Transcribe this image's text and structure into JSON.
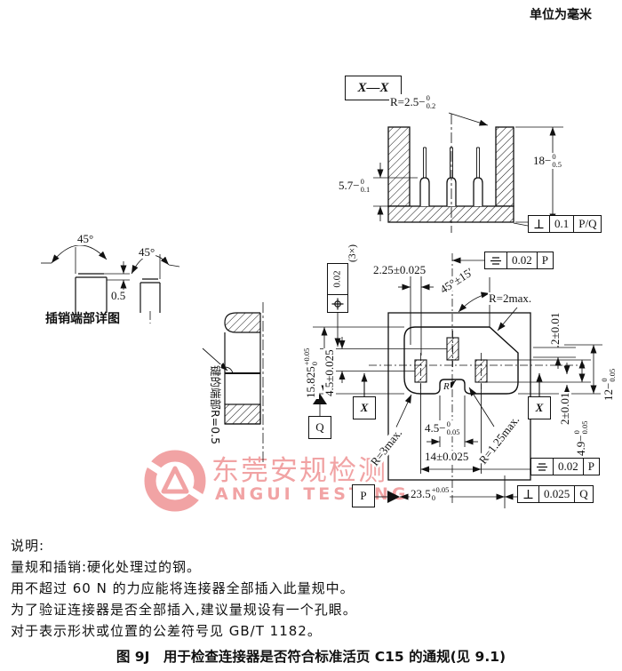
{
  "unit_note": "单位为毫米",
  "section_label": "X—X",
  "watermark": {
    "cn": "东莞安规检测",
    "en": "ANGUI TESTING",
    "color": "#f1a3a4"
  },
  "labels": {
    "pin_detail_caption": "插销端部详图",
    "key_end": "键的端部R=0.5",
    "three_x": "(3×)",
    "angle_left": "45°",
    "angle_right": "45°",
    "chamfer_depth": "0.5",
    "angle_tol": "45°±15′",
    "r2max": "R=2max.",
    "r3max": "R=3max.",
    "r125max": "R=1.25max.",
    "r_small": "R"
  },
  "dims": {
    "r25": {
      "pre": "R=2.5−",
      "sup": "0",
      "sub": "0.2"
    },
    "d18": {
      "pre": "18−",
      "sup": "0",
      "sub": "0.5"
    },
    "d57": {
      "pre": "5.7−",
      "sup": "0",
      "sub": "0.1"
    },
    "d15825": {
      "pre": "15.825",
      "sup": "+0.05",
      "sub": "0"
    },
    "d45_left": "4.5±0.025",
    "d225": "2.25±0.025",
    "d2_top": "2±0.01",
    "d2_bottom": "2±0.01",
    "d12": {
      "pre": "12−",
      "sup": "0",
      "sub": "0.05"
    },
    "d49": {
      "pre": "4.9−",
      "sup": "0",
      "sub": "0.05"
    },
    "d45_bottom": {
      "pre": "4.5−",
      "sup": "0",
      "sub": "0.05"
    },
    "d14": "14±0.025",
    "d235": {
      "pre": "23.5",
      "sup": "+0.05",
      "sub": "0"
    }
  },
  "frames": {
    "perp_pq": {
      "symbol": "perpendicularity",
      "value": "0.1",
      "datum": "P/Q"
    },
    "sym_p_top": {
      "symbol": "symmetry",
      "value": "0.02",
      "datum": "P"
    },
    "pos_3x": {
      "symbol": "position",
      "value": "0.02"
    },
    "sym_p_bottom": {
      "symbol": "symmetry",
      "value": "0.02",
      "datum": "P"
    },
    "perp_q": {
      "symbol": "perpendicularity",
      "value": "0.025",
      "datum": "Q"
    }
  },
  "datums": {
    "p": "P",
    "q": "Q",
    "x_left": "X",
    "x_right": "X"
  },
  "notes": {
    "title": "说明:",
    "lines": [
      "量规和插销:硬化处理过的钢。",
      "用不超过 60 N 的力应能将连接器全部插入此量规中。",
      "为了验证连接器是否全部插入,建议量规设有一个孔眼。",
      "对于表示形状或位置的公差符号见 GB/T 1182。"
    ]
  },
  "caption": "图 9J　用于检查连接器是否符合标准活页 C15 的通规(见 9.1)"
}
